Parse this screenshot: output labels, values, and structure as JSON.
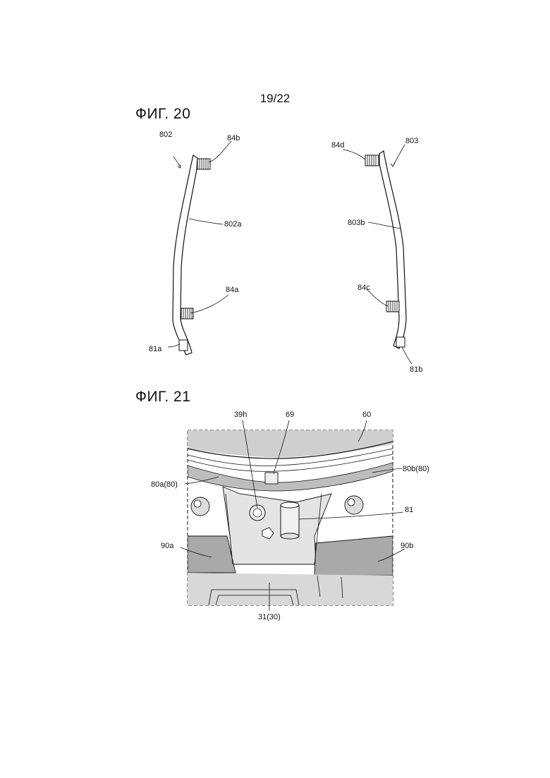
{
  "header": {
    "page_number": "19/22"
  },
  "figure20": {
    "title": "ФИГ. 20",
    "labels": {
      "l802": "802",
      "l84b": "84b",
      "l802a": "802a",
      "l84a": "84a",
      "l81a": "81a",
      "l803": "803",
      "l84d": "84d",
      "l803b": "803b",
      "l84c": "84c",
      "l81b": "81b"
    }
  },
  "figure21": {
    "title": "ФИГ. 21",
    "labels": {
      "l39h": "39h",
      "l69": "69",
      "l60": "60",
      "l80b": "80b(80)",
      "l80a": "80a(80)",
      "l81": "81",
      "l90a": "90a",
      "l90b": "90b",
      "l31": "31(30)"
    }
  }
}
